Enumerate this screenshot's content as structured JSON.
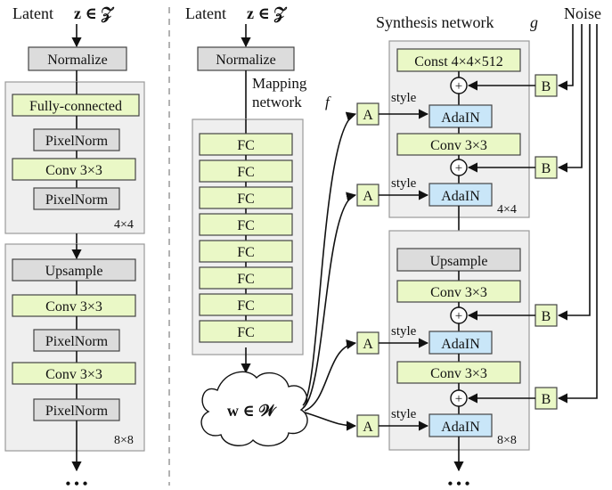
{
  "left": {
    "latent_label": "Latent",
    "latent_symbol": "z ∈ 𝒵",
    "normalize": "Normalize",
    "block1": {
      "items": [
        "Fully-connected",
        "PixelNorm",
        "Conv 3×3",
        "PixelNorm"
      ],
      "res": "4×4"
    },
    "block2": {
      "items": [
        "Upsample",
        "Conv 3×3",
        "PixelNorm",
        "Conv 3×3",
        "PixelNorm"
      ],
      "res": "8×8"
    },
    "dots": "• • •"
  },
  "mapping": {
    "latent_label": "Latent",
    "latent_symbol": "z ∈ 𝒵",
    "normalize": "Normalize",
    "title_line1": "Mapping",
    "title_line2": "network",
    "title_symbol": "f",
    "fc_label": "FC",
    "fc_count": 8,
    "w_label": "w ∈ 𝒲"
  },
  "synthesis": {
    "title": "Synthesis network",
    "title_symbol": "g",
    "noise": "Noise",
    "const": "Const 4×4×512",
    "conv": "Conv 3×3",
    "adain": "AdaIN",
    "upsample": "Upsample",
    "style": "style",
    "a_label": "A",
    "b_label": "B",
    "plus": "+",
    "res1": "4×4",
    "res2": "8×8",
    "dots": "• • •"
  },
  "colors": {
    "gray_box": "#dcdcdc",
    "green_box": "#eaf8c6",
    "blue_box": "#c9e6f8",
    "panel": "#efefef"
  }
}
